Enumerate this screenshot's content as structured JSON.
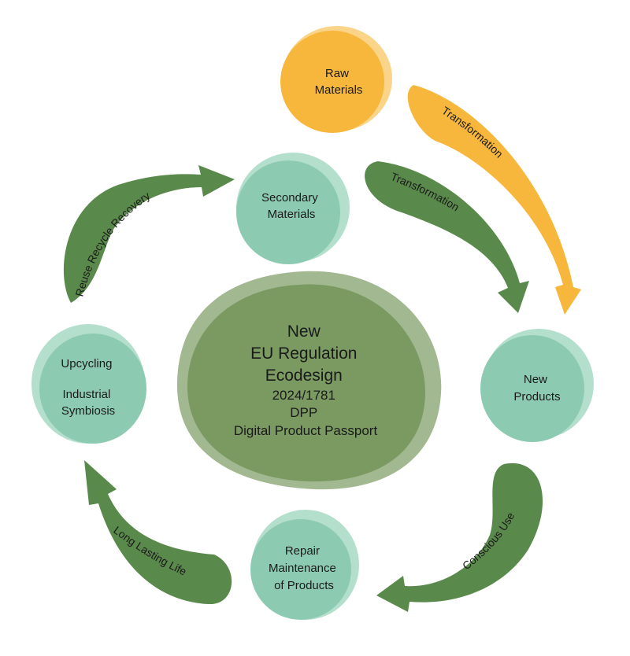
{
  "colors": {
    "orange": "#f6b73c",
    "orange_light": "#f9cd74",
    "teal": "#8ccbb2",
    "teal_light": "#a8d9c4",
    "green": "#5a8a4b",
    "center": "#7a9a62",
    "center_light": "#92ab7c"
  },
  "nodes": {
    "raw": {
      "line1": "Raw",
      "line2": "Materials"
    },
    "secondary": {
      "line1": "Secondary",
      "line2": "Materials"
    },
    "new_products": {
      "line1": "New",
      "line2": "Products"
    },
    "repair": {
      "line1": "Repair",
      "line2": "Maintenance",
      "line3": "of Products"
    },
    "upcycling": {
      "line1": "Upcycling",
      "line2": "Industrial",
      "line3": "Symbiosis"
    },
    "center": {
      "line1": "New",
      "line2": "EU Regulation",
      "line3": "Ecodesign",
      "line4": "2024/1781",
      "line5": "DPP",
      "line6": "Digital Product Passport"
    }
  },
  "arrows": {
    "raw_to_new": "Transformation",
    "secondary_to_new": "Transformation",
    "new_to_repair": "Conscious Use",
    "repair_to_upcycling": "Long Lasting Life",
    "upcycling_to_secondary": "Reuse Recycle Recovery"
  }
}
